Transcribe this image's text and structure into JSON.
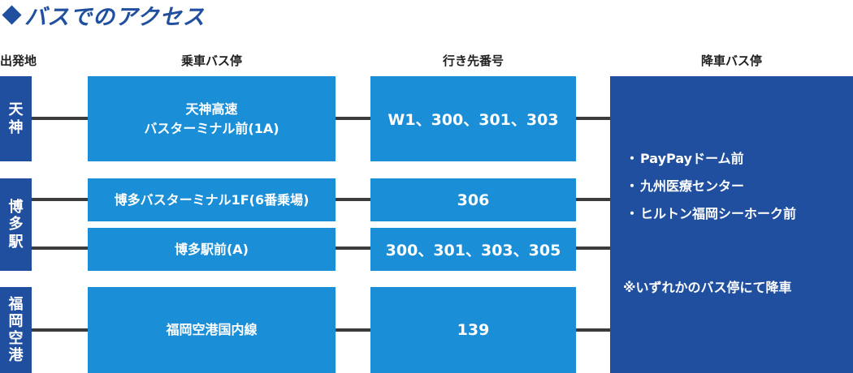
{
  "title": "バスでのアクセス",
  "headers": {
    "origin": "出発地",
    "boarding_stop": "乗車バス停",
    "destination_code": "行き先番号",
    "alighting_stop": "降車バス停"
  },
  "origins": [
    {
      "label": "天神"
    },
    {
      "label": "博多駅"
    },
    {
      "label": "福岡空港"
    }
  ],
  "routes": [
    {
      "boarding_stop": "天神高速\nバスターミナル前(1A)",
      "destination_codes": "W1、300、301、303"
    },
    {
      "boarding_stop": "博多バスターミナル1F(6番乗場)",
      "destination_codes": "306"
    },
    {
      "boarding_stop": "博多駅前(A)",
      "destination_codes": "300、301、303、305"
    },
    {
      "boarding_stop": "福岡空港国内線",
      "destination_codes": "139"
    }
  ],
  "alighting_stops": [
    {
      "bullet": "・",
      "name": "PayPayドーム前"
    },
    {
      "bullet": "・",
      "name": "九州医療センター"
    },
    {
      "bullet": "・",
      "name": "ヒルトン福岡シーホーク前"
    }
  ],
  "alighting_note": "※いずれかのバス停にて降車",
  "colors": {
    "dark_blue": "#1f4f9e",
    "light_blue": "#1a8ed6",
    "connector": "#3b3b3b"
  }
}
